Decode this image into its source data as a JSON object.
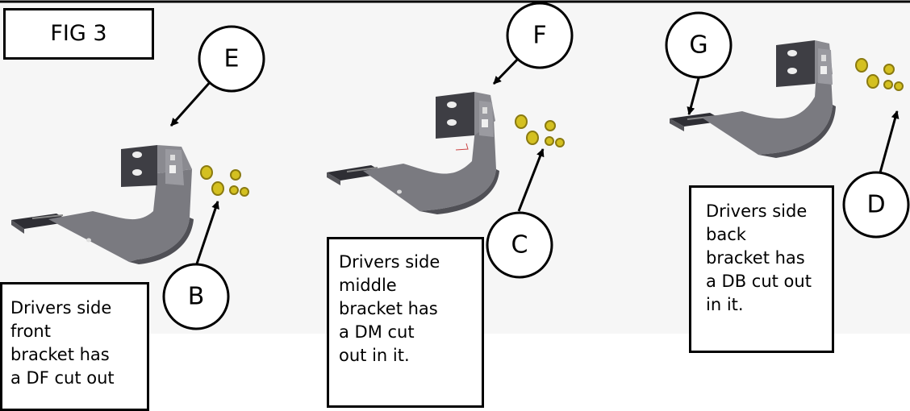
{
  "figure": {
    "title": "FIG 3"
  },
  "callouts": {
    "E": "E",
    "F": "F",
    "G": "G",
    "B": "B",
    "C": "C",
    "D": "D"
  },
  "notes": {
    "front": [
      "Drivers side",
      "front",
      "bracket has",
      "a DF cut out"
    ],
    "middle": [
      "Drivers side",
      "middle",
      "bracket has",
      "a DM cut",
      "out in it."
    ],
    "back": [
      "Drivers side",
      "back",
      "bracket has",
      "a DB cut out",
      "in it."
    ]
  },
  "colors": {
    "bracket_face": "#6e6e74",
    "bracket_dark": "#3e3e44",
    "hardware": "#d4c020",
    "background_tint": "#f4f4f4"
  }
}
